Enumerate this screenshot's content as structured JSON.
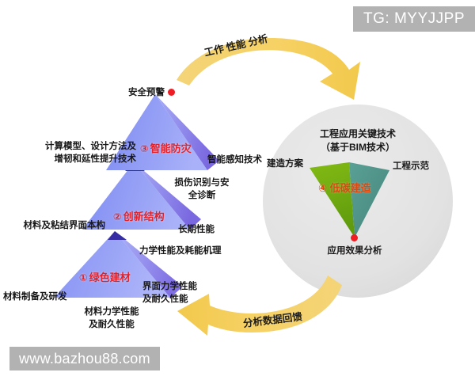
{
  "diagram": {
    "title_hidden": "",
    "colors": {
      "pyramid_light": "#8f9bf2",
      "pyramid_mid": "#7f8cf0",
      "pyramid_dark": "#3c32b4",
      "pyramid_face": "#9aa4f5",
      "arrow_yellow": "#f5cf62",
      "circle_gray": "#e2e2e2",
      "cone_green": "#6faa10",
      "cone_teal": "#4f9186",
      "tier_red": "#e2222b",
      "cone_orange": "#d94a10",
      "dot_red": "#ef1c24",
      "watermark_bg": "#b2b2b2"
    },
    "pyramid": {
      "apex_label": "安全预警",
      "tiers": [
        {
          "index": "③",
          "name": "智能防灾",
          "left_label": "计算模型、设计方法及\n增韧和延性提升技术",
          "left_label_line1": "计算模型、设计方法及",
          "left_label_line2": "增韧和延性提升技术",
          "right_label": "智能感知技术",
          "below_label_line1": "损伤识别与安",
          "below_label_line2": "全诊断"
        },
        {
          "index": "②",
          "name": "创新结构",
          "left_label_line1": "材料及粘结界面本构",
          "left_label_line2": "",
          "right_label": "长期性能",
          "below_label_line1": "力学性能及耗能机理",
          "below_label_line2": ""
        },
        {
          "index": "①",
          "name": "绿色建材",
          "left_label_line1": "材料制备及研发",
          "left_label_line2": "",
          "right_label_line1": "界面力学性能",
          "right_label_line2": "及耐久性能",
          "below_label_line1": "材料力学性能",
          "below_label_line2": "及耐久性能"
        }
      ]
    },
    "circle": {
      "heading_line1": "工程应用关键技术",
      "heading_line2": "（基于BIM技术）",
      "left_label": "建造方案",
      "right_label": "工程示范",
      "bottom_label": "应用效果分析",
      "cone": {
        "index": "④",
        "name": "低碳建造"
      }
    },
    "arrows": {
      "top_label": "工作 性能 分析",
      "bottom_label": "分析数据回馈"
    },
    "watermarks": {
      "top_right": "TG: MYYJJPP",
      "bottom_left": "www.bazhou88.com"
    }
  }
}
